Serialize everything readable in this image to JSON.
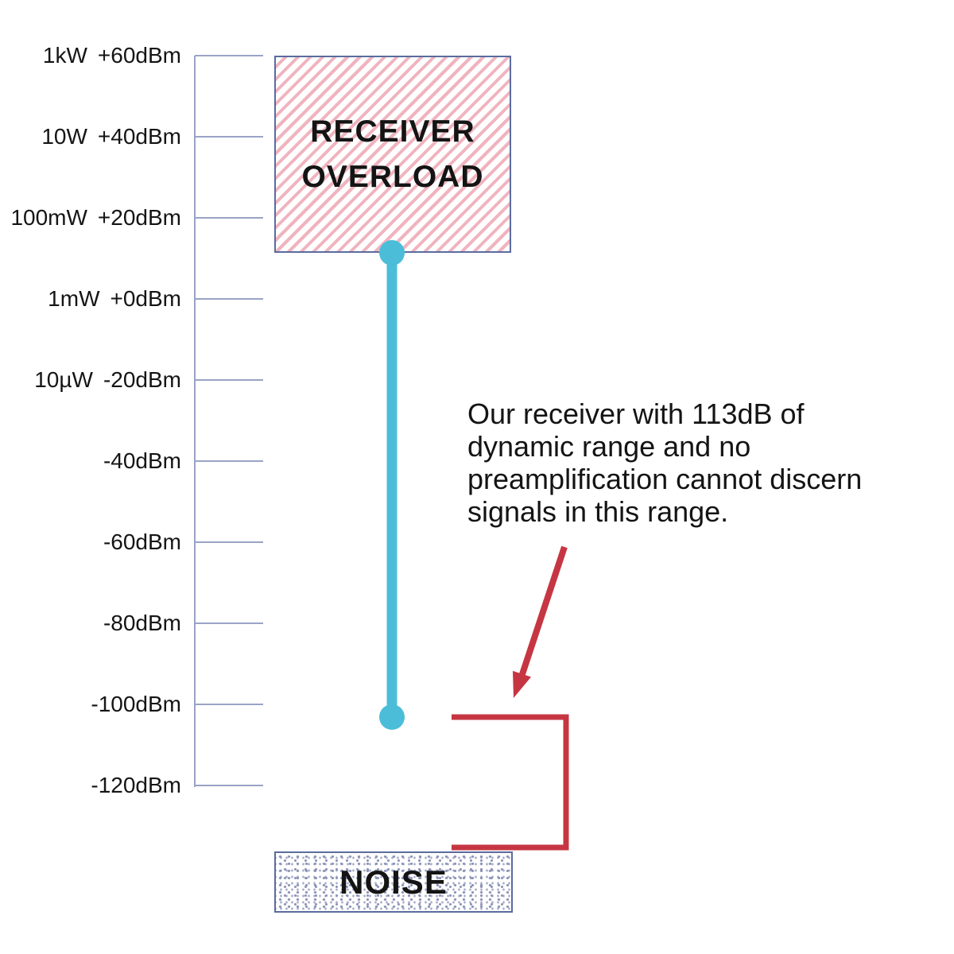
{
  "axis": {
    "ticks": [
      {
        "watt": "1kW",
        "dbm": "+60dBm"
      },
      {
        "watt": "10W",
        "dbm": "+40dBm"
      },
      {
        "watt": "100mW",
        "dbm": "+20dBm"
      },
      {
        "watt": "1mW",
        "dbm": "+0dBm"
      },
      {
        "watt": "10µW",
        "dbm": "-20dBm"
      },
      {
        "watt": "",
        "dbm": "-40dBm"
      },
      {
        "watt": "",
        "dbm": "-60dBm"
      },
      {
        "watt": "",
        "dbm": "-80dBm"
      },
      {
        "watt": "",
        "dbm": "-100dBm"
      },
      {
        "watt": "",
        "dbm": "-120dBm"
      }
    ]
  },
  "overload_box": {
    "line1": "RECEIVER",
    "line2": "OVERLOAD"
  },
  "noise_box": {
    "label": "NOISE"
  },
  "annotation": {
    "lines": [
      "Our receiver with 113dB of",
      "dynamic range and no",
      "preamplification cannot discern",
      "signals in this range."
    ]
  },
  "colors": {
    "axis-line": "#9aa3c6",
    "box-border": "#5b6b9e",
    "hatch-pink": "#f0b4be",
    "range-cyan": "#4bbdd9",
    "arrow-red": "#c63642",
    "noise-dot": "#8a93b7"
  }
}
